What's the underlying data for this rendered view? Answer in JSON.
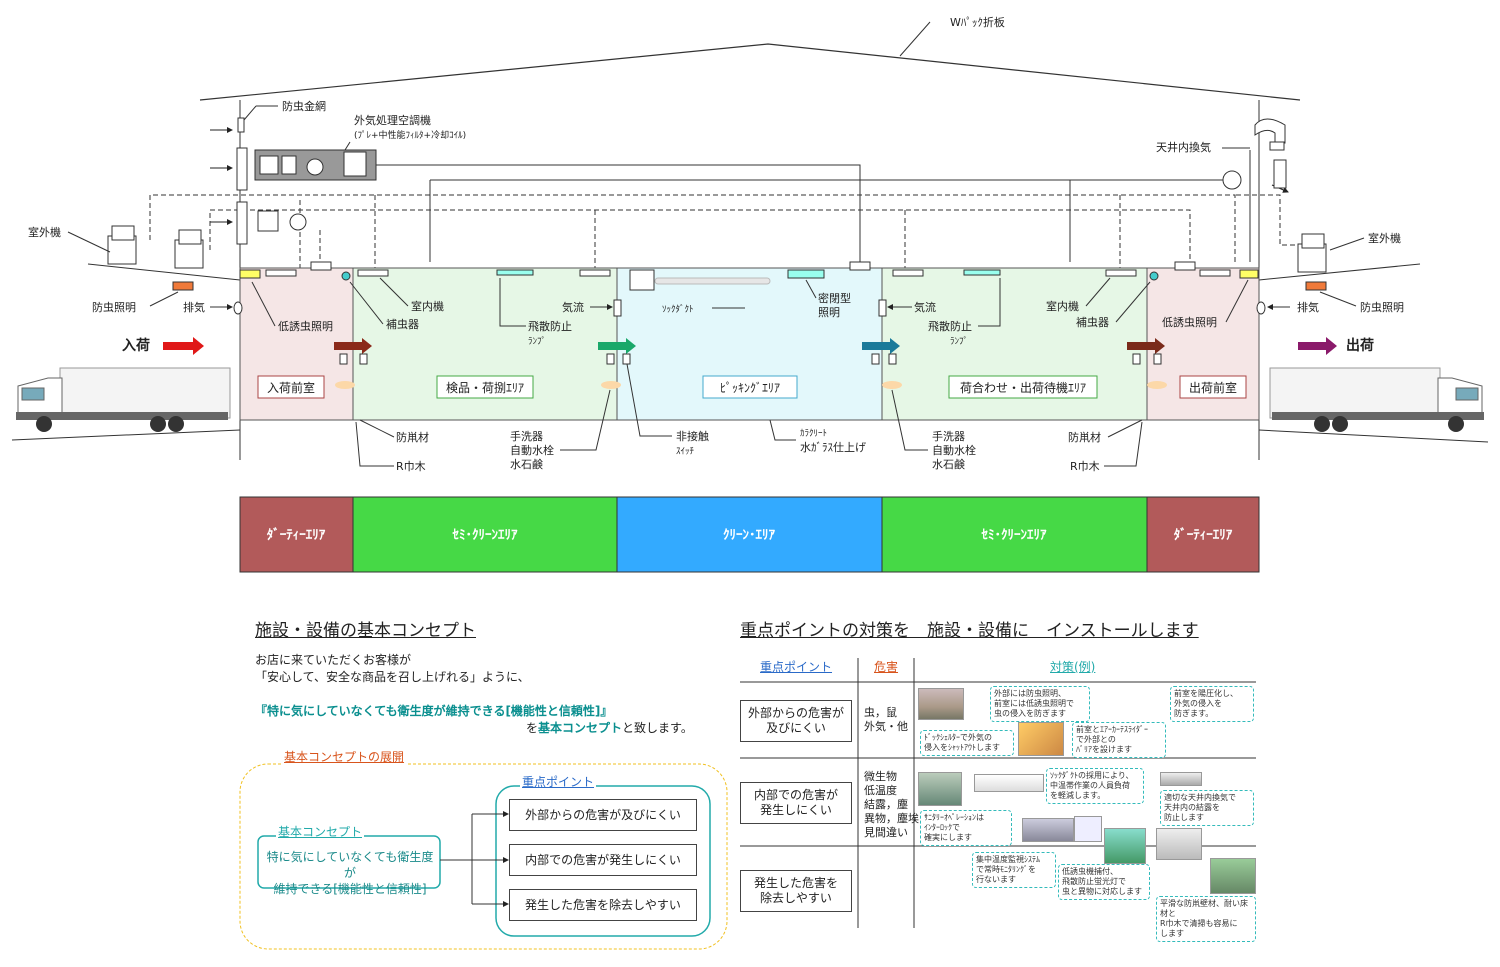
{
  "diagram": {
    "labels": {
      "w_pack": "Wﾊﾟｯｸ折板",
      "insect_net": "防虫金網",
      "ahu_1": "外気処理空調機",
      "ahu_2": "(ﾌﾟﾚ+中性能ﾌｨﾙﾀ+冷却ｺｲﾙ)",
      "ceiling_vent": "天井内換気",
      "outdoor_left": "室外機",
      "outdoor_right": "室外機",
      "insect_light_left": "防虫照明",
      "insect_light_right": "防虫照明",
      "exhaust_left": "排気",
      "exhaust_right": "排気",
      "low_attract_left": "低誘虫照明",
      "low_attract_right": "低誘虫照明",
      "indoor_left": "室内機",
      "indoor_right": "室内機",
      "trap_left": "補虫器",
      "trap_right": "補虫器",
      "airflow_left": "気流",
      "airflow_right": "気流",
      "scatter_left_1": "飛散防止",
      "scatter_left_2": "ﾗﾝﾌﾟ",
      "scatter_right_1": "飛散防止",
      "scatter_right_2": "ﾗﾝﾌﾟ",
      "sock_duct": "ｿｯｸﾀﾞｸﾄ",
      "sealed_1": "密閉型",
      "sealed_2": "照明",
      "inbound": "入荷",
      "outbound": "出荷",
      "anti_rodent_left": "防鼡材",
      "anti_rodent_right": "防鼡材",
      "r_baseboard_left": "R巾木",
      "r_baseboard_right": "R巾木",
      "hand_wash_left_1": "手洗器",
      "hand_wash_left_2": "自動水栓",
      "hand_wash_left_3": "水石鹸",
      "hand_wash_right_1": "手洗器",
      "hand_wash_right_2": "自動水栓",
      "hand_wash_right_3": "水石鹸",
      "contactless_1": "非接触",
      "contactless_2": "ｽｲｯﾁ",
      "floor_1": "ｶﾗｸﾘｰﾄ",
      "floor_2": "水ｶﾞﾗｽ仕上げ"
    },
    "areas": [
      {
        "label": "入荷前室",
        "color": "#f5e6e6"
      },
      {
        "label": "検品・荷捌ｴﾘｱ",
        "color": "#e6f7e6"
      },
      {
        "label": "ﾋﾟｯｷﾝｸﾞｴﾘｱ",
        "color": "#e3f8fb"
      },
      {
        "label": "荷合わせ・出荷待機ｴﾘｱ",
        "color": "#e6f7e6"
      },
      {
        "label": "出荷前室",
        "color": "#f5e6e6"
      }
    ],
    "zones": [
      {
        "label": "ﾀﾞｰﾃｨｰｴﾘｱ",
        "color": "#b25a5a"
      },
      {
        "label": "ｾﾐ･ｸﾘｰﾝｴﾘｱ",
        "color": "#46d946"
      },
      {
        "label": "ｸﾘｰﾝ･ｴﾘｱ",
        "color": "#33aaff"
      },
      {
        "label": "ｾﾐ･ｸﾘｰﾝｴﾘｱ",
        "color": "#46d946"
      },
      {
        "label": "ﾀﾞｰﾃｨｰｴﾘｱ",
        "color": "#b25a5a"
      }
    ]
  },
  "concept": {
    "title": "施設・設備の基本コンセプト",
    "line1": "お店に来ていただくお客様が",
    "line2": "「安心して、安全な商品を召し上げれる」ように、",
    "highlight": "『特に気にしていなくても衛生度が維持できる[機能性と信頼性]』",
    "line4_pre": "を",
    "line4_hl": "基本コンセプト",
    "line4_post": "と致します。",
    "deploy_title": "基本コンセプトの展開",
    "basic_label": "基本コンセプト",
    "basic_text": "特に気にしていなくても衛生度が\n維持できる[機能性と信頼性]",
    "points_label": "重点ポイント",
    "points": [
      "外部からの危害が及びにくい",
      "内部での危害が発生しにくい",
      "発生した危害を除去しやすい"
    ]
  },
  "measures": {
    "title": "重点ポイントの対策を　施設・設備に　インストールします",
    "headers": {
      "point": "重点ポイント",
      "hazard": "危害",
      "measure": "対策(例)"
    },
    "rows": [
      {
        "point": "外部からの危害が\n及びにくい",
        "hazard": "虫，鼠\n外気・他"
      },
      {
        "point": "内部での危害が\n発生しにくい",
        "hazard": "微生物\n低温度\n結露，塵\n異物，塵埃\n見間違い"
      },
      {
        "point": "発生した危害を\n除去しやすい",
        "hazard": ""
      }
    ],
    "notes": [
      "外部には防虫照明、\n前室には低誘虫照明で\n虫の侵入を防ぎます",
      "前室を陽圧化し、\n外気の侵入を\n防ぎます。",
      "ﾄﾞｯｸｼｪﾙﾀｰで外気の\n侵入をｼｬｯﾄｱｳﾄします",
      "前室とｴｱｰｶｰﾃｽﾗｲﾀﾞｰ\nで外部との\nﾊﾞﾘｱを設けます",
      "ｿｯｸﾀﾞｸﾄの採用により、\n中温帯作業の人員負荷\nを軽減します。",
      "適切な天井内換気で\n天井内の結露を\n防止します",
      "ｻﾆﾀﾘｰｵﾍﾟﾚｰｼｮﾝは\nｲﾝﾀｰﾛｯｸで\n確実にします",
      "集中温度監視ｼｽﾃﾑ\nで常時ﾓﾆﾀﾘﾝｸﾞを\n行ないます",
      "低誘虫機捕付、\n飛散防止蛍光灯で\n虫と異物に対応します",
      "平滑な防鼡壁材、耐い床材と\nR巾木で清掃も容易に\nします"
    ]
  }
}
